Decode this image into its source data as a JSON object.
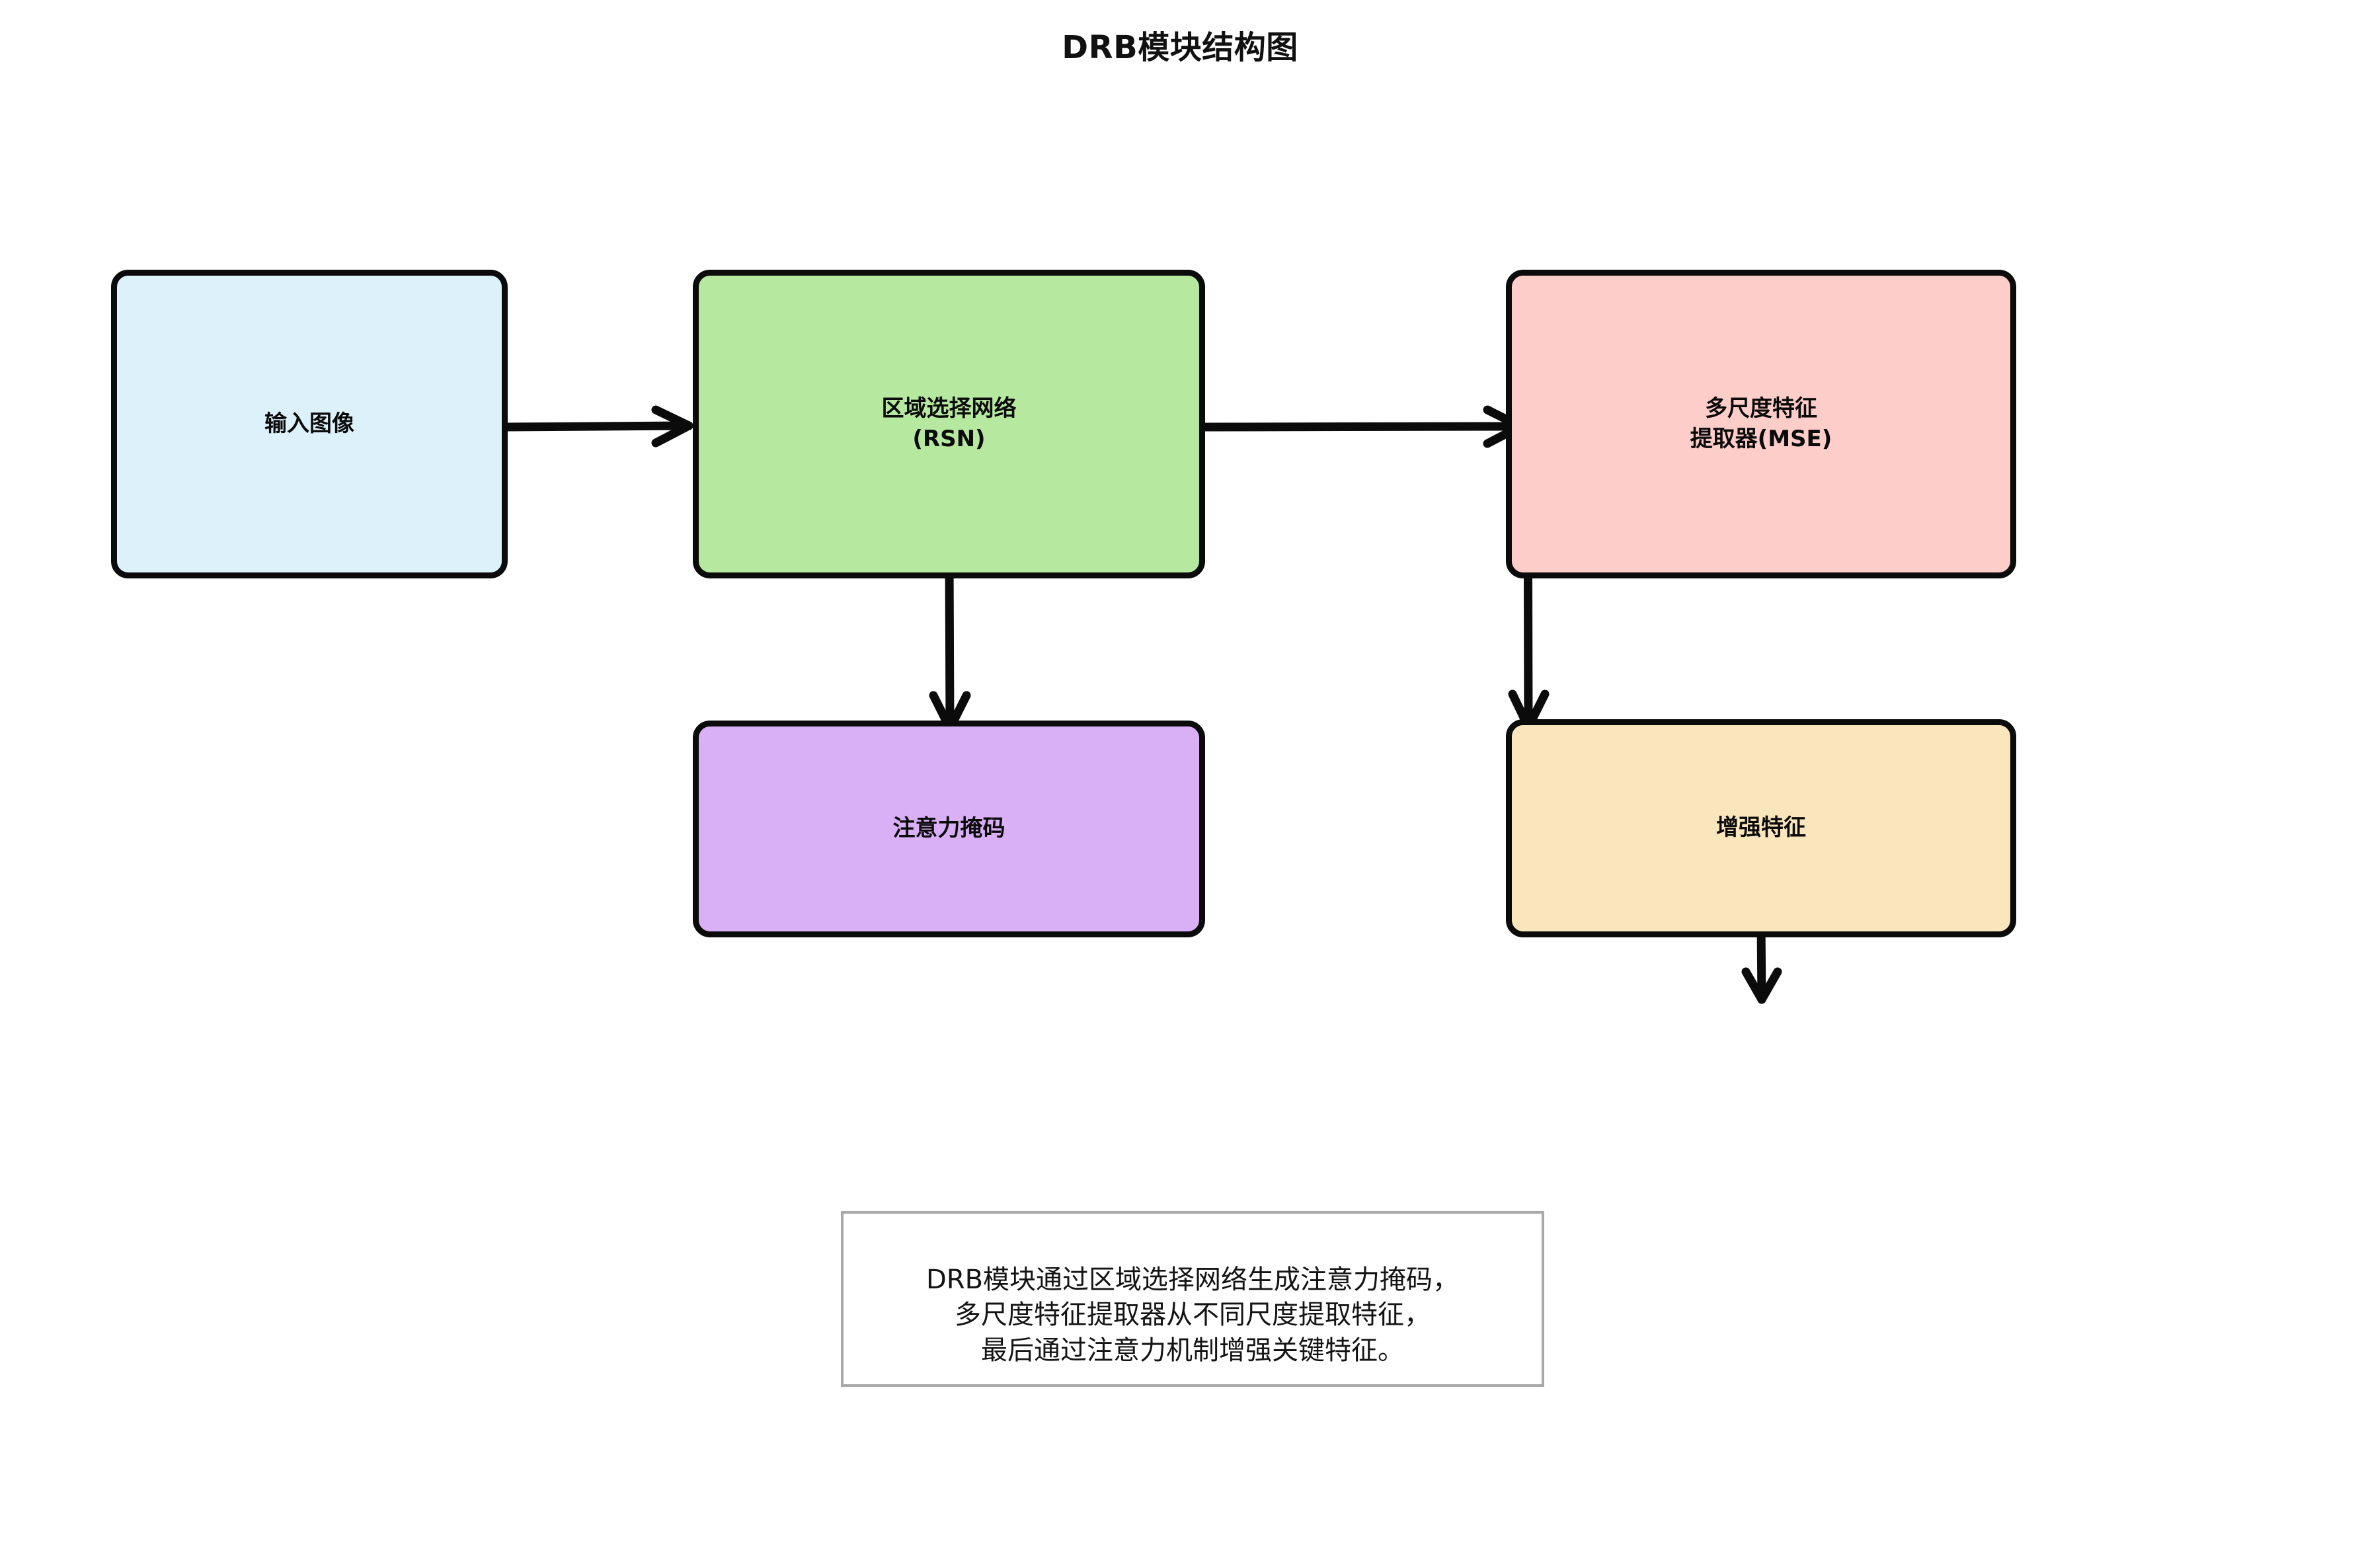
{
  "figure": {
    "title": "DRB模块结构图",
    "background_color": "#ffffff",
    "stroke_color": "#0b0b0b"
  },
  "nodes": [
    {
      "id": "input",
      "label": "输入图像",
      "color": "#ddf1fb"
    },
    {
      "id": "rsn",
      "label": "区域选择网络\n(RSN)",
      "color": "#b6e89f"
    },
    {
      "id": "mse",
      "label": "多尺度特征\n提取器(MSE)",
      "color": "#fccdc9"
    },
    {
      "id": "mask",
      "label": "注意力掩码",
      "color": "#d9b0f6"
    },
    {
      "id": "enhanced",
      "label": "增强特征",
      "color": "#fae6bc"
    }
  ],
  "edges": [
    {
      "from": "input",
      "to": "rsn",
      "direction": "right"
    },
    {
      "from": "rsn",
      "to": "mse",
      "direction": "right"
    },
    {
      "from": "rsn",
      "to": "mask",
      "direction": "down"
    },
    {
      "from": "mse",
      "to": "enhanced",
      "direction": "down"
    },
    {
      "from": "enhanced",
      "to": "",
      "direction": "down"
    }
  ],
  "caption": {
    "text": "DRB模块通过区域选择网络生成注意力掩码，\n多尺度特征提取器从不同尺度提取特征，\n最后通过注意力机制增强关键特征。",
    "border_color": "#a9a9a9"
  }
}
